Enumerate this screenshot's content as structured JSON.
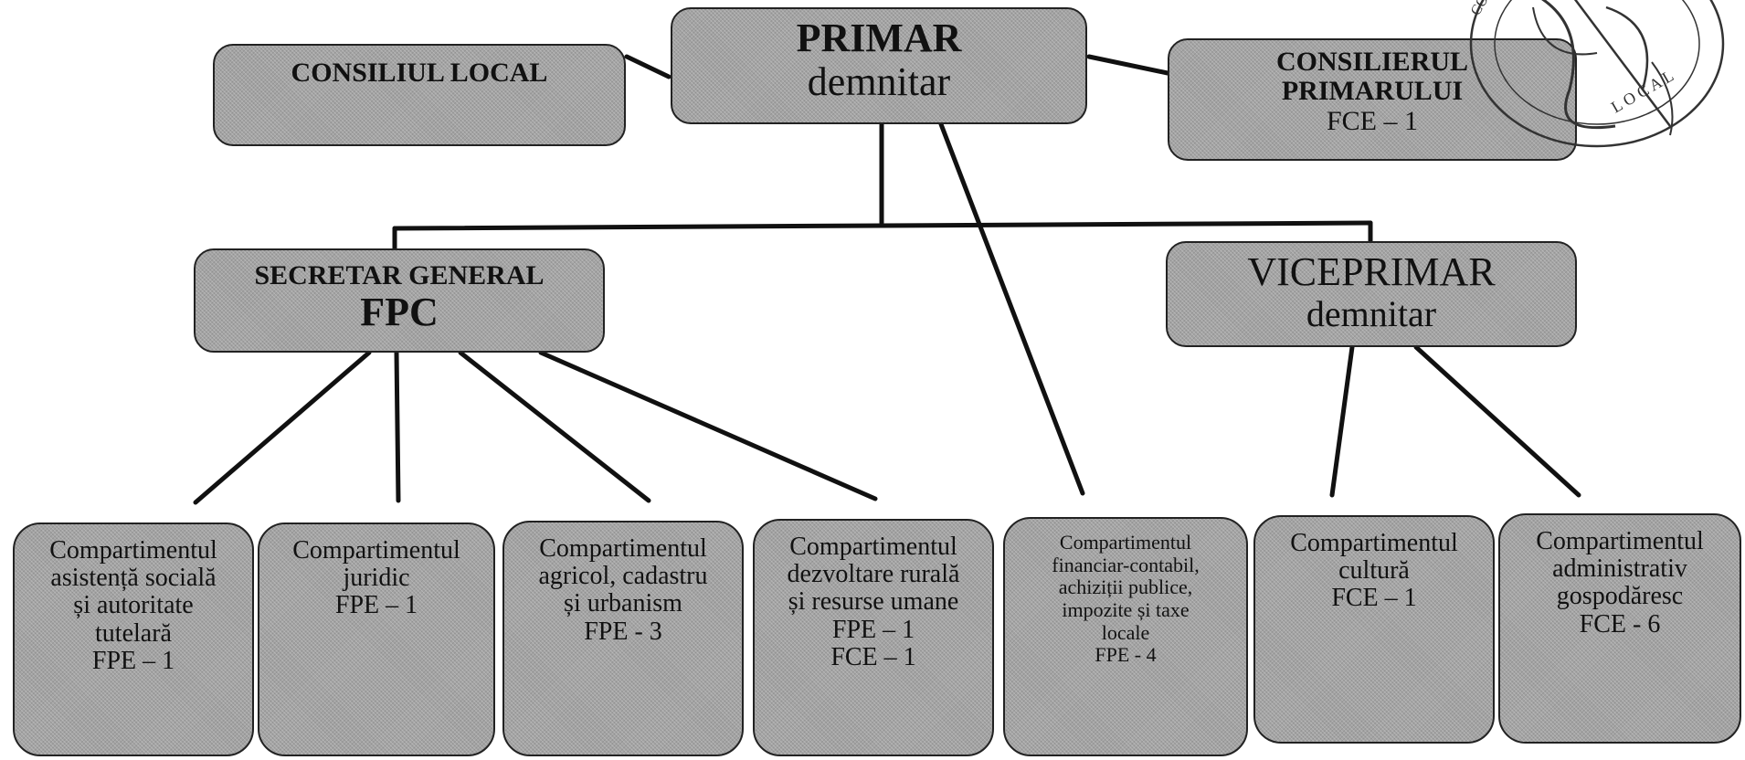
{
  "primar": {
    "title": "PRIMAR",
    "subtitle": "demnitar"
  },
  "consiliul_local": {
    "label": "CONSILIUL LOCAL"
  },
  "consilierul": {
    "line1": "CONSILIERUL",
    "line2": "PRIMARULUI",
    "line3": "FCE – 1"
  },
  "secretar": {
    "line1": "SECRETAR GENERAL",
    "line2": "FPC"
  },
  "viceprimar": {
    "line1": "VICEPRIMAR",
    "line2": "demnitar"
  },
  "departments": [
    {
      "lines": [
        "Compartimentul",
        "asistență socială",
        "și autoritate",
        "tutelară",
        "FPE – 1"
      ]
    },
    {
      "lines": [
        "Compartimentul",
        "juridic",
        "FPE – 1"
      ]
    },
    {
      "lines": [
        "Compartimentul",
        "agricol, cadastru",
        "și urbanism",
        "FPE - 3"
      ]
    },
    {
      "lines": [
        "Compartimentul",
        "dezvoltare rurală",
        "și resurse umane",
        "FPE – 1",
        "FCE – 1"
      ]
    },
    {
      "lines": [
        "Compartimentul",
        "financiar-contabil,",
        "achiziții publice,",
        "impozite și taxe",
        "locale",
        "FPE - 4"
      ]
    },
    {
      "lines": [
        "Compartimentul",
        "cultură",
        "FCE – 1"
      ]
    },
    {
      "lines": [
        "Compartimentul",
        "administrativ",
        "gospodăresc",
        "FCE - 6"
      ]
    }
  ],
  "stamp": {
    "arc_text": "COMUNA . . . JUDEȚUL BUZĂU",
    "bottom_text": "L O C A L"
  }
}
